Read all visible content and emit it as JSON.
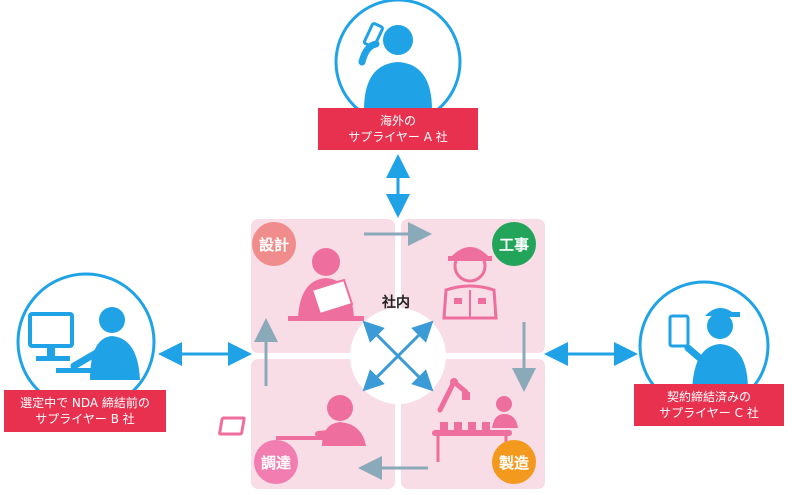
{
  "colors": {
    "accent_blue": "#1fa3e6",
    "label_red": "#e8314f",
    "panel_pink": "#f8dce6",
    "figure_pink": "#ee6f9e",
    "arrow_gray": "#8aaab9",
    "badge_design": "#f08c8c",
    "badge_construction": "#22a45a",
    "badge_procurement": "#f27db0",
    "badge_manufacturing": "#f39a1e"
  },
  "suppliers": {
    "overseas": {
      "line1": "海外の",
      "line2": "サプライヤー A 社",
      "icon": "person-on-phone-icon"
    },
    "prospective": {
      "line1": "選定中で NDA 締結前の",
      "line2": "サプライヤー B 社",
      "icon": "person-at-computer-icon"
    },
    "contracted": {
      "line1": "契約締結済みの",
      "line2": "サプライヤー C 社",
      "icon": "worker-with-tablet-icon"
    }
  },
  "internal": {
    "center_label": "社内",
    "quadrants": [
      {
        "key": "design",
        "label": "設計",
        "icon": "designer-at-desk-icon"
      },
      {
        "key": "construction",
        "label": "工事",
        "icon": "construction-worker-icon"
      },
      {
        "key": "procurement",
        "label": "調達",
        "icon": "person-at-laptop-icon"
      },
      {
        "key": "manufacturing",
        "label": "製造",
        "icon": "factory-line-icon"
      }
    ]
  }
}
